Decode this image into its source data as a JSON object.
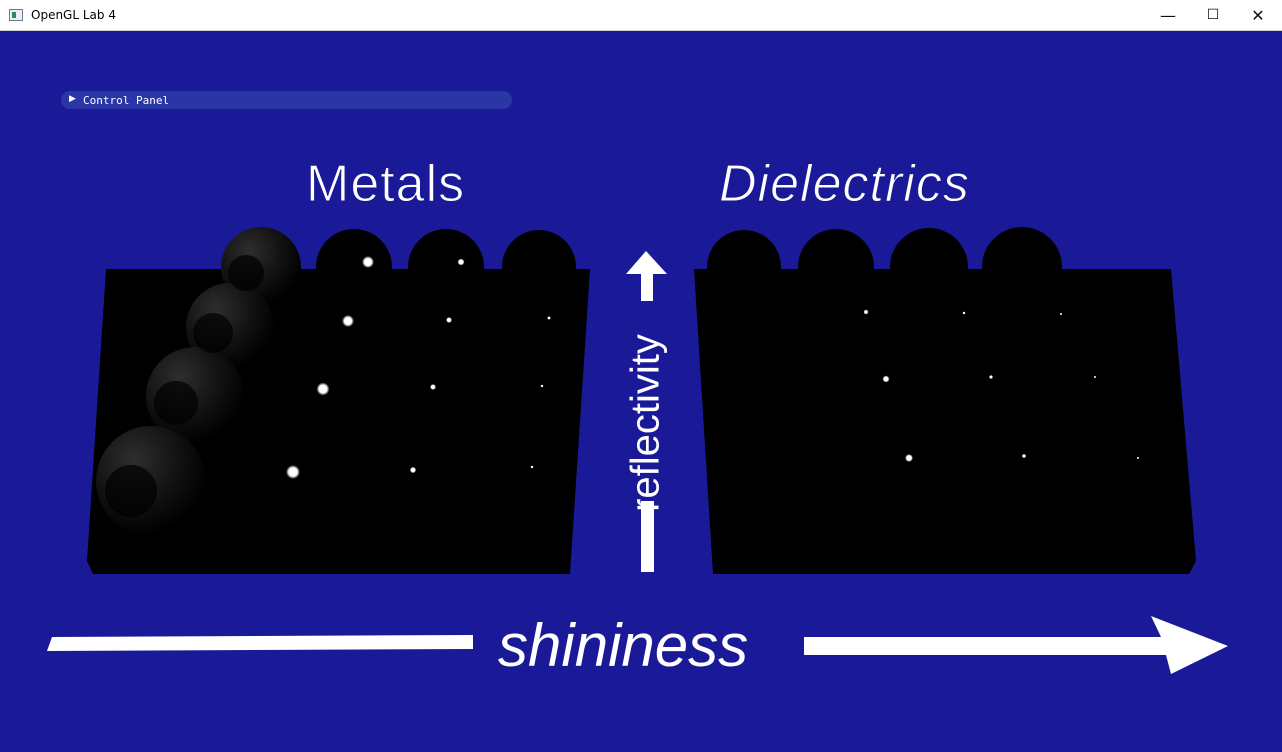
{
  "window": {
    "title": "OpenGL Lab 4",
    "minimize_glyph": "—",
    "maximize_glyph": "☐",
    "close_glyph": "✕"
  },
  "control_panel": {
    "label": "Control Panel",
    "arrow_glyph": "▶",
    "expanded": false
  },
  "scene": {
    "background_color": "#1a1a99",
    "left_heading": "Metals",
    "right_heading": "Dielectrics",
    "vertical_axis_label": "reflectivity",
    "horizontal_axis_label": "shininess",
    "arrow_color": "#ffffff",
    "plate_color": "#000000",
    "sphere_grid_rows": 4,
    "sphere_grid_cols": 4
  }
}
